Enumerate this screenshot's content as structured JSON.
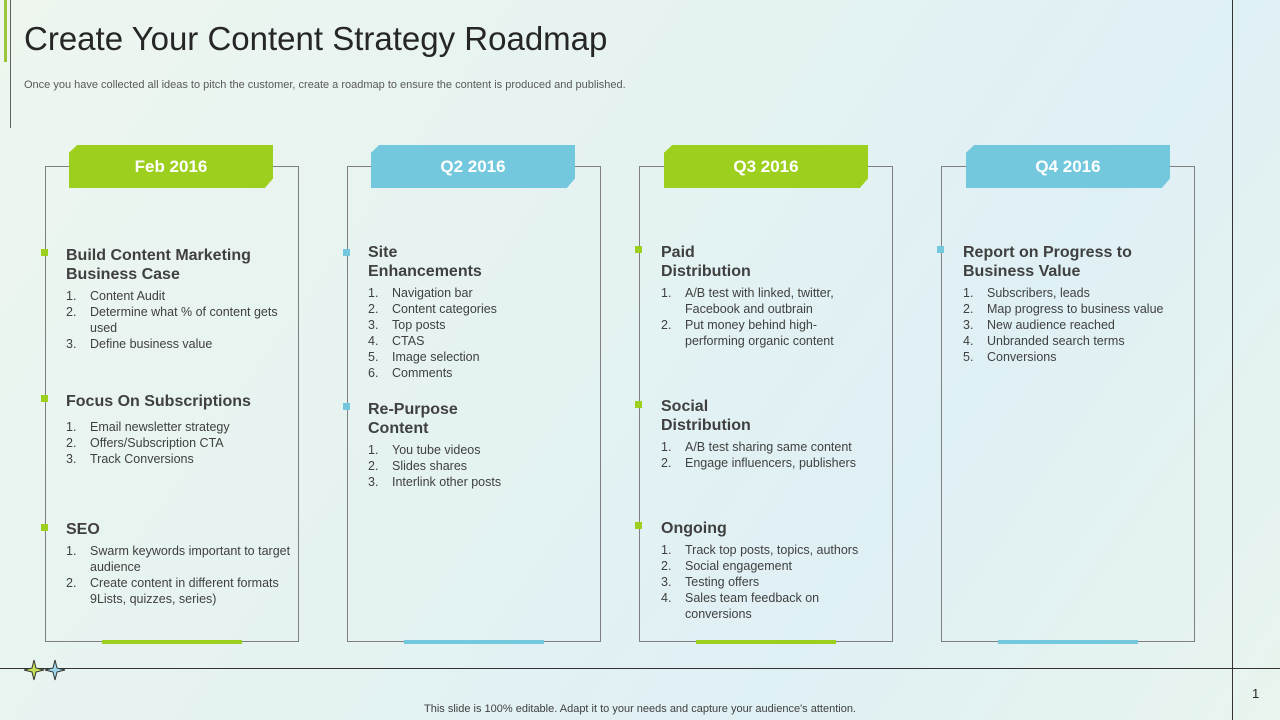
{
  "header": {
    "title": "Create Your Content Strategy Roadmap",
    "subtitle": "Once you have collected all ideas to pitch the customer, create a roadmap to ensure the content is produced and published."
  },
  "footer": {
    "text": "This slide is 100% editable. Adapt it to your needs and capture your audience's attention.",
    "page_number": "1"
  },
  "colors": {
    "green": "#9ccf1e",
    "blue": "#73c8de"
  },
  "columns": [
    {
      "label": "Feb 2016",
      "sections": [
        {
          "title": "Build Content Marketing Business Case",
          "items": [
            "Content Audit",
            "Determine what % of content gets used",
            "Define business value"
          ]
        },
        {
          "title": "Focus On Subscriptions",
          "items": [
            "Email newsletter strategy",
            "Offers/Subscription CTA",
            "Track Conversions"
          ]
        },
        {
          "title": "SEO",
          "items": [
            "Swarm keywords important to target audience",
            "Create content in different formats 9Lists, quizzes, series)"
          ]
        }
      ]
    },
    {
      "label": "Q2 2016",
      "sections": [
        {
          "title": "Site Enhancements",
          "items": [
            "Navigation bar",
            "Content categories",
            "Top posts",
            "CTAS",
            "Image selection",
            "Comments"
          ]
        },
        {
          "title": "Re-Purpose Content",
          "items": [
            "You tube videos",
            "Slides shares",
            "Interlink other posts"
          ]
        }
      ]
    },
    {
      "label": "Q3 2016",
      "sections": [
        {
          "title": "Paid Distribution",
          "items": [
            "A/B test with linked, twitter, Facebook and outbrain",
            "Put money behind high-performing organic content"
          ]
        },
        {
          "title": "Social Distribution",
          "items": [
            "A/B test sharing same content",
            "Engage influencers, publishers"
          ]
        },
        {
          "title": "Ongoing",
          "items": [
            "Track top posts, topics, authors",
            "Social engagement",
            "Testing offers",
            "Sales team feedback on conversions"
          ]
        }
      ]
    },
    {
      "label": "Q4 2016",
      "sections": [
        {
          "title": "Report on Progress to Business Value",
          "items": [
            "Subscribers, leads",
            "Map progress to business value",
            "New audience reached",
            "Unbranded search terms",
            "Conversions"
          ]
        }
      ]
    }
  ]
}
